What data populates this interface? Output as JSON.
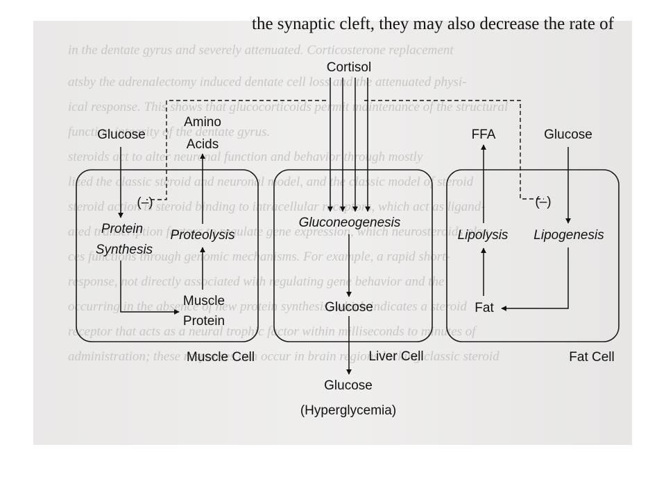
{
  "background_lines": [
    "the synaptic cleft, they may also decrease the rate of",
    "in the dentate gyrus and severely attenuated. Corticosterone replacement",
    "atsby the adrenalectomy induced dentate cell loss and the attenuated physi-",
    "ical response. This shows that glucocorticoids permit maintenance of the structural",
    "function integrity of the dentate gyrus.",
    "steroids act to alter neuronal function and behavior through mostly",
    "lized the classic steroid and neuronal model, and the classic model of steroid",
    "steroid action is steroid binding to intracellular receptors, which act as ligand-",
    "ated transcription factors to regulate gene expression, which neurosteroids also",
    "ces functions through genomic mechanisms. For example, a rapid short-",
    "response, not directly associated with regulating gene behavior and the",
    "occurring in the absence of new protein synthesis, which indicates a steroid",
    "receptor that acts as a neural trophic factor within milliseconds to minutes of",
    "administration; these responses can occur in brain regions lacking classic steroid"
  ],
  "top_line": "the synaptic cleft, they may also decrease the rate of",
  "diagram": {
    "cortisol": "Cortisol",
    "muscle": {
      "glucose": "Glucose",
      "amino_acids": [
        "Amino",
        "Acids"
      ],
      "inhibit": "(–)",
      "protein_synthesis": [
        "Protein",
        "Synthesis"
      ],
      "proteolysis": "Proteolysis",
      "muscle_protein": [
        "Muscle",
        "Protein"
      ],
      "cell_label": "Muscle Cell"
    },
    "liver": {
      "gluconeogenesis": "Gluconeogenesis",
      "glucose": "Glucose",
      "cell_label": "Liver Cell"
    },
    "fat": {
      "ffa": "FFA",
      "glucose": "Glucose",
      "inhibit": "(–)",
      "lipolysis": "Lipolysis",
      "lipogenesis": "Lipogenesis",
      "fat": "Fat",
      "cell_label": "Fat Cell"
    },
    "output": {
      "glucose": "Glucose",
      "hyperglycemia": "(Hyperglycemia)"
    }
  }
}
